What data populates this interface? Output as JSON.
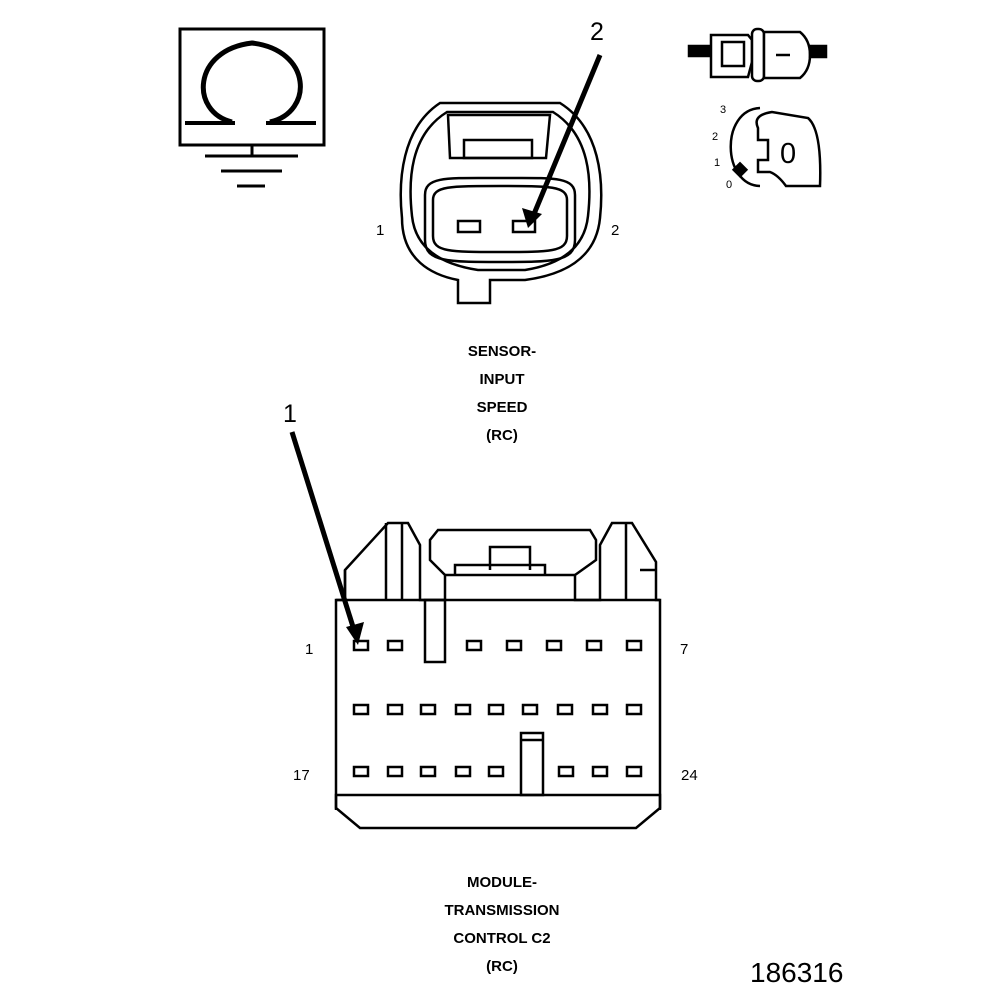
{
  "sensor_connector": {
    "caption": [
      "SENSOR-",
      "INPUT",
      "SPEED",
      "(RC)"
    ],
    "pin_labels": [
      "1",
      "2"
    ],
    "callout": "2"
  },
  "module_connector": {
    "caption": [
      "MODULE-",
      "TRANSMISSION",
      "CONTROL C2",
      "(RC)"
    ],
    "pin_labels": {
      "top_left": "1",
      "top_right": "7",
      "bottom_left": "17",
      "bottom_right": "24"
    },
    "callout": "1"
  },
  "symbols": {
    "ohmmeter_icon": "ohm-ground-symbol",
    "probe_icon": "test-probe",
    "ignition_icon": "ignition-key-switch",
    "key_glyph": "0",
    "switch_positions": [
      "3",
      "2",
      "1",
      "0"
    ]
  },
  "figure_number": "186316"
}
